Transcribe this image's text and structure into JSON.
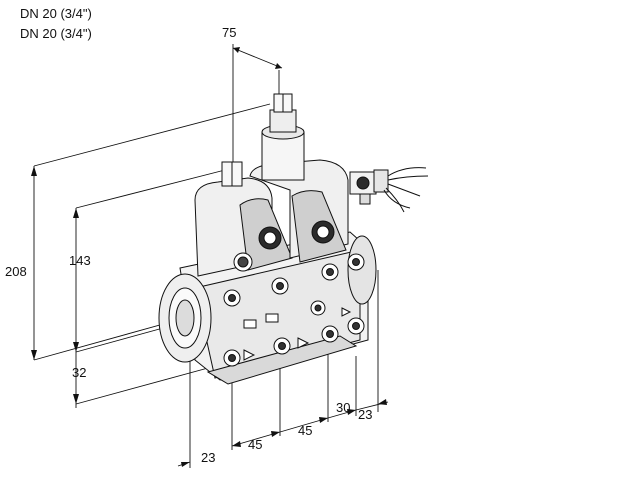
{
  "header": {
    "line1": "DN 20 (3/4\")",
    "line2": "DN 20 (3/4\")"
  },
  "dimensions": {
    "top_offset": "75",
    "overall_height": "208",
    "mid_height": "143",
    "base_offset": "32",
    "bottom_left_offset": "23",
    "pitch_1": "45",
    "pitch_2": "45",
    "right_offset": "30",
    "right_end": "23"
  },
  "colors": {
    "line": "#111111",
    "body_fill": "#f2f2f2",
    "shadow": "#bdbdbd",
    "dark": "#2b2b2b"
  }
}
